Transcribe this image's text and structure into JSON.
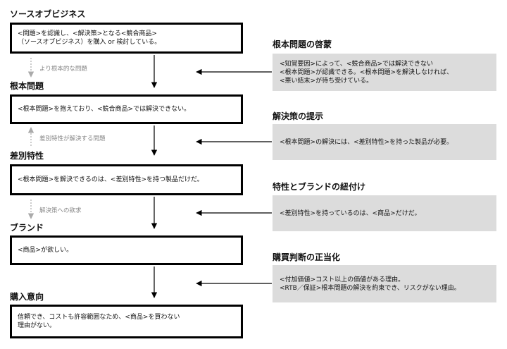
{
  "left_sections": [
    {
      "heading": "ソースオブビジネス",
      "body": "<問題>を認識し、<解決策>となる<競合商品>\n（ソースオブビジネス）を購入 or 検討している。"
    },
    {
      "heading": "根本問題",
      "body": "<根本問題>を抱えており、<競合商品>では解決できない。"
    },
    {
      "heading": "差別特性",
      "body": "<根本問題>を解決できるのは、<差別特性>を持つ製品だけだ。"
    },
    {
      "heading": "ブランド",
      "body": "<商品>が欲しい。"
    },
    {
      "heading": "購入意向",
      "body": "信頼でき、コストも許容範囲なため、<商品>を買わない\n理由がない。"
    }
  ],
  "right_sections": [
    {
      "heading": "根本問題の啓蒙",
      "body": "<知覚要因>によって、<競合商品>では解決できない\n<根本問題>が認識できる。<根本問題>を解決しなければ、\n<悪い結末>が待ち受けている。"
    },
    {
      "heading": "解決策の提示",
      "body": "<根本問題>の解決には、<差別特性>を持った製品が必要。"
    },
    {
      "heading": "特性とブランドの紐付け",
      "body": "<差別特性>を持っているのは、<商品>だけだ。"
    },
    {
      "heading": "購買判断の正当化",
      "body": "<付加価値>コスト以上の価値がある理由。\n<RTB／保証>根本問題の解決を約束でき、リスクがない理由。"
    }
  ],
  "cues": [
    {
      "label": "より根本的な問題",
      "direction": "down"
    },
    {
      "label": "差別特性が解決する問題",
      "direction": "up"
    },
    {
      "label": "解決策への欲求",
      "direction": "down"
    }
  ],
  "colors": {
    "border": "#000000",
    "panel": "#dcdcdc",
    "cue": "#999999"
  }
}
